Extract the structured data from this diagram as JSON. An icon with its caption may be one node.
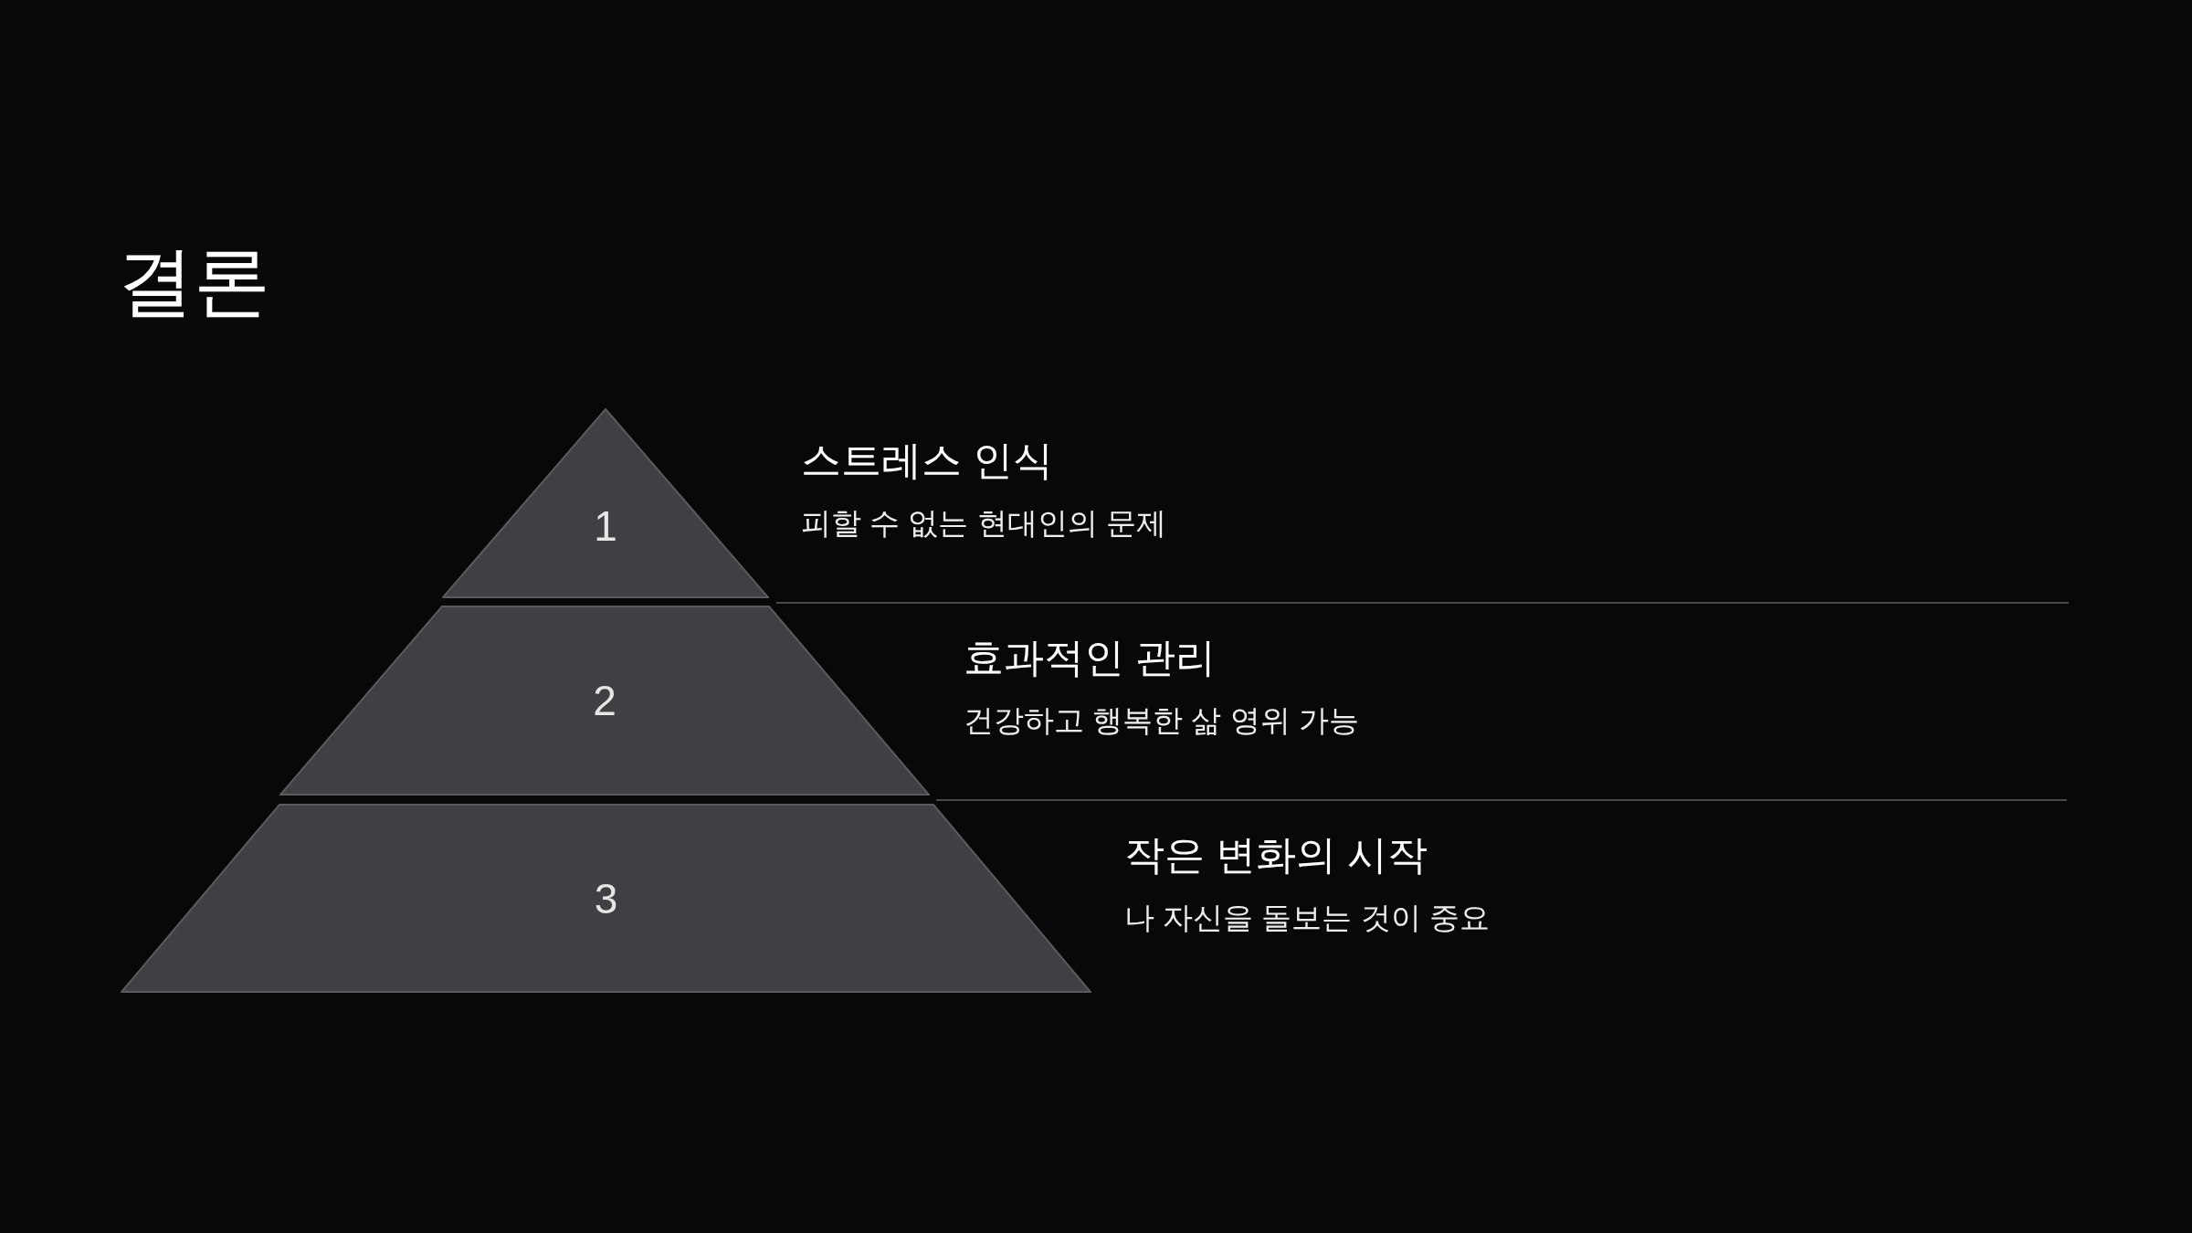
{
  "diagram": {
    "title": "결론",
    "nodes": [
      {
        "text": [
          "1"
        ],
        "beside": [
          "스트레스 인식",
          "피할 수 없는 현대인의 문제"
        ]
      },
      {
        "text": [
          "2"
        ],
        "beside": [
          "효과적인 관리",
          "건강하고 행복한 삶 영위 가능"
        ]
      },
      {
        "text": [
          "3"
        ],
        "beside": [
          "작은 변화의 시작",
          "나 자신을 돌보는 것이 중요"
        ]
      }
    ]
  }
}
